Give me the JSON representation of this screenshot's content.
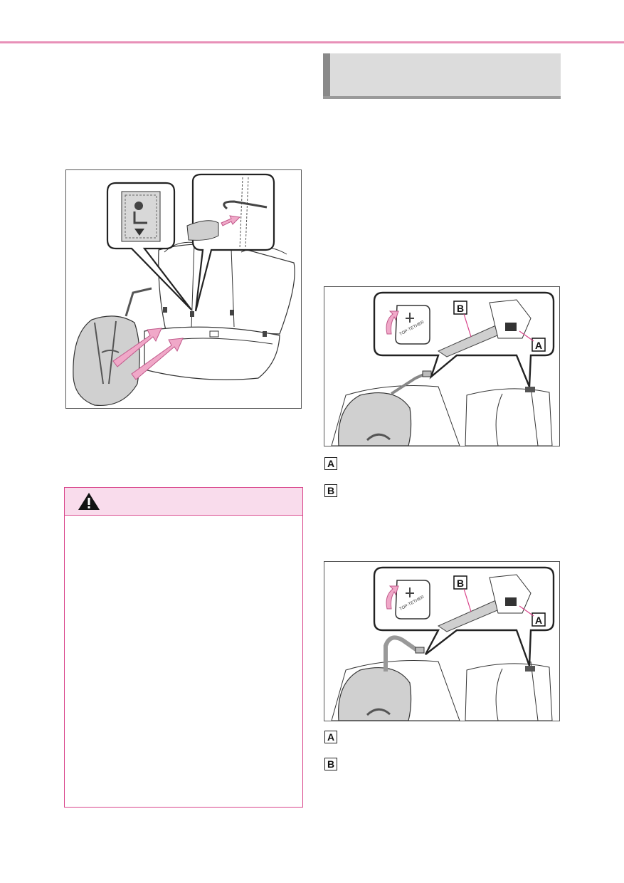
{
  "figures": {
    "isofix": {
      "symbol_caption": ""
    },
    "tether1": {
      "tag_label": "TOP-TETHER",
      "callout_a": "A",
      "callout_b": "B"
    },
    "tether2": {
      "tag_label": "TOP-TETHER",
      "callout_a": "A",
      "callout_b": "B"
    }
  },
  "legend_group_1": [
    {
      "badge": "A",
      "text": ""
    },
    {
      "badge": "B",
      "text": ""
    }
  ],
  "legend_group_2": [
    {
      "badge": "A",
      "text": ""
    },
    {
      "badge": "B",
      "text": ""
    }
  ],
  "colors": {
    "accent_pink": "#d9448a",
    "header_gray": "#dcdcdc",
    "rule_pink": "#e890b8",
    "arrow_pink": "#f0a8c8"
  },
  "icons": [
    "warning-triangle-icon",
    "child-seat-anchor-icon",
    "top-tether-tag-icon"
  ]
}
